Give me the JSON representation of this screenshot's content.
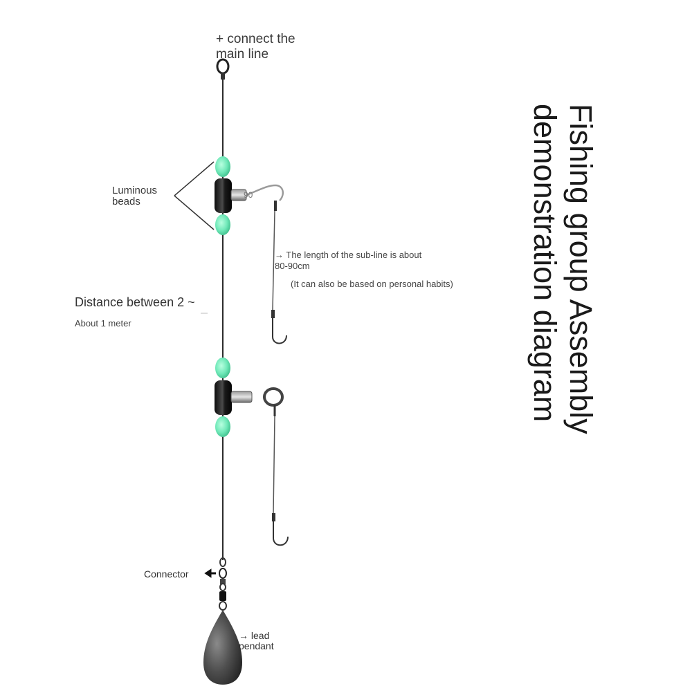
{
  "title": {
    "line1": "Fishing group Assembly",
    "line2": "demonstration diagram"
  },
  "labels": {
    "main_line": "+ connect the\nmain line",
    "luminous_beads": "Luminous\nbeads",
    "sub_line_length": "→ The length of the sub-line is about\n80-90cm",
    "personal_habits": "(It can also be based on personal habits)",
    "distance": "Distance between 2 ~",
    "about_meter": "About 1 meter",
    "connector": "Connector",
    "lead_pendant": "→ lead\npendant",
    "swivel_mark": "90"
  },
  "colors": {
    "line": "#2b2b2b",
    "bead": "#6fe8b8",
    "swivel": "#1c1c1c",
    "lead": "#4a4a4a",
    "text": "#333333"
  }
}
